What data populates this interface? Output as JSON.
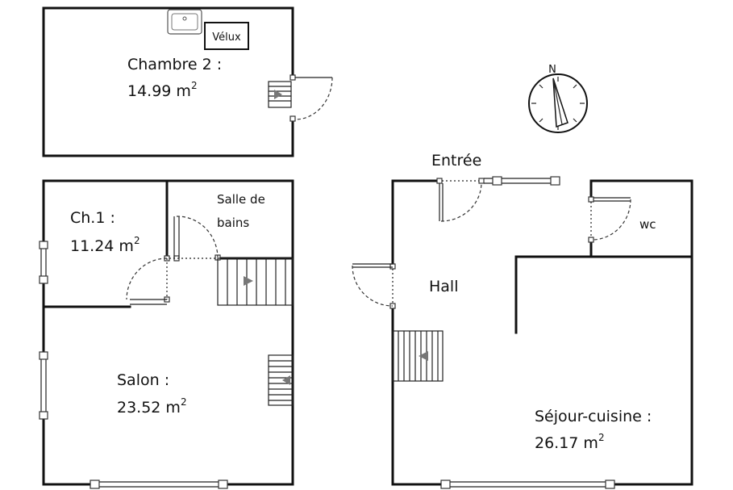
{
  "rooms": {
    "chambre2": {
      "name": "Chambre 2 :",
      "area": "14.99 m",
      "unit_sup": "2"
    },
    "velux": "Vélux",
    "ch1": {
      "name": "Ch.1 :",
      "area": "11.24 m",
      "unit_sup": "2"
    },
    "sdb": {
      "line1": "Salle de",
      "line2": "bains"
    },
    "salon": {
      "name": "Salon :",
      "area": "23.52 m",
      "unit_sup": "2"
    },
    "entree": "Entrée",
    "wc": "wc",
    "hall": "Hall",
    "sejour": {
      "name": "Séjour-cuisine :",
      "area": "26.17 m",
      "unit_sup": "2"
    }
  },
  "compass": {
    "north": "N"
  }
}
